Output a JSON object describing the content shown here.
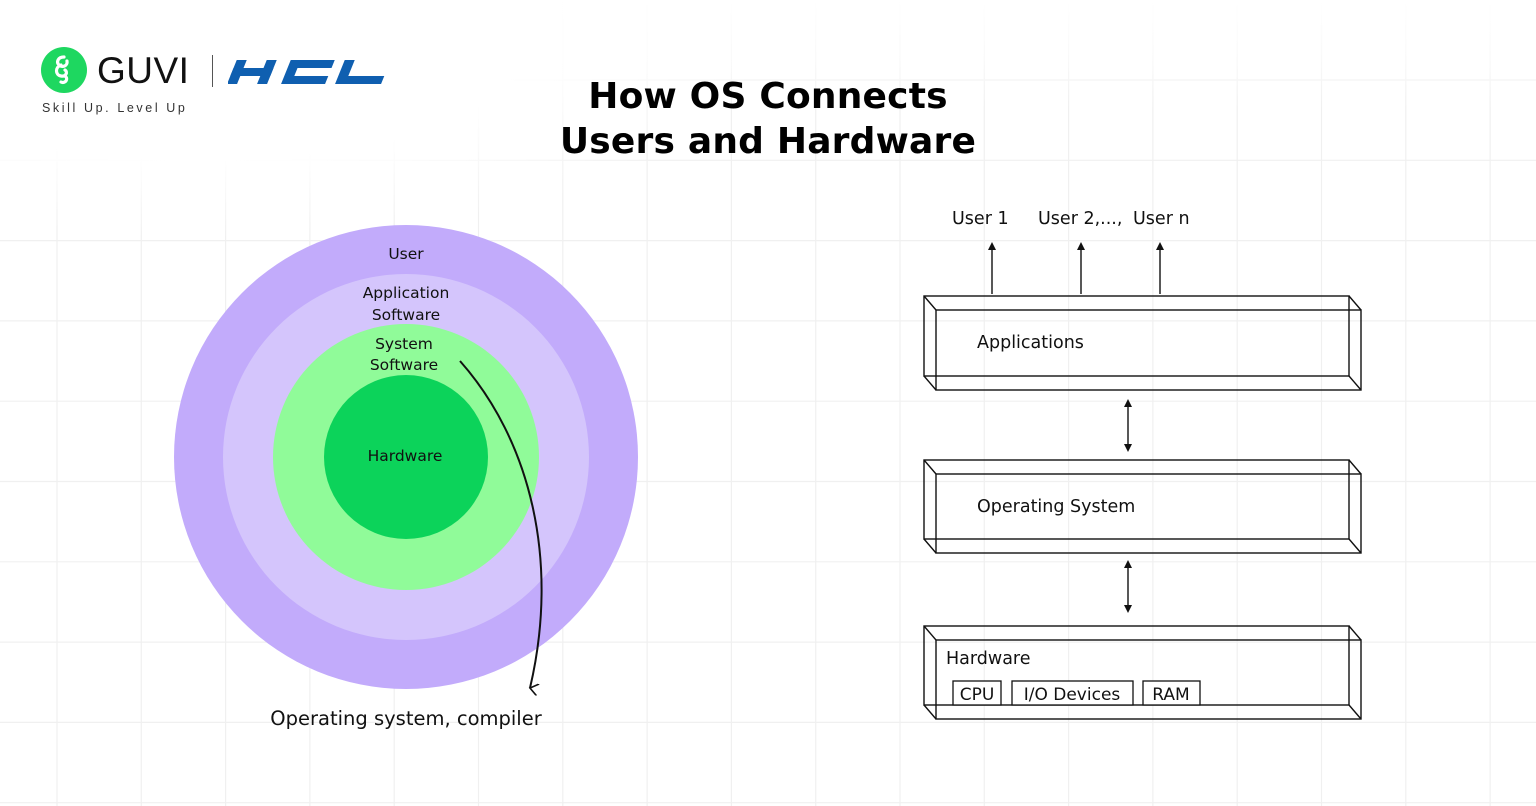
{
  "brand": {
    "name": "GUVI",
    "partner": "HCL",
    "tagline": "Skill Up. Level Up",
    "colors": {
      "guvi_green": "#1ed760",
      "hcl_blue": "#0f5fb0"
    }
  },
  "title": {
    "line1": "How OS Connects",
    "line2": "Users and Hardware"
  },
  "layers_diagram": {
    "rings": [
      {
        "label": "User",
        "color": "#c2abfb"
      },
      {
        "label_lines": [
          "Application",
          "Software"
        ],
        "color": "#d4c5fc"
      },
      {
        "label_lines": [
          "System",
          "Software"
        ],
        "color": "#90fb99"
      },
      {
        "label": "Hardware",
        "color": "#0cd35a"
      }
    ],
    "callout": "Operating system, compiler"
  },
  "stack_diagram": {
    "users": [
      "User 1",
      "User 2,...,",
      "User n"
    ],
    "layers": [
      {
        "label": "Applications"
      },
      {
        "label": "Operating System"
      },
      {
        "label": "Hardware",
        "components": [
          "CPU",
          "I/O Devices",
          "RAM"
        ]
      }
    ]
  },
  "colors": {
    "grid": "#f0f0f0",
    "line": "#111111",
    "background": "#ffffff"
  }
}
